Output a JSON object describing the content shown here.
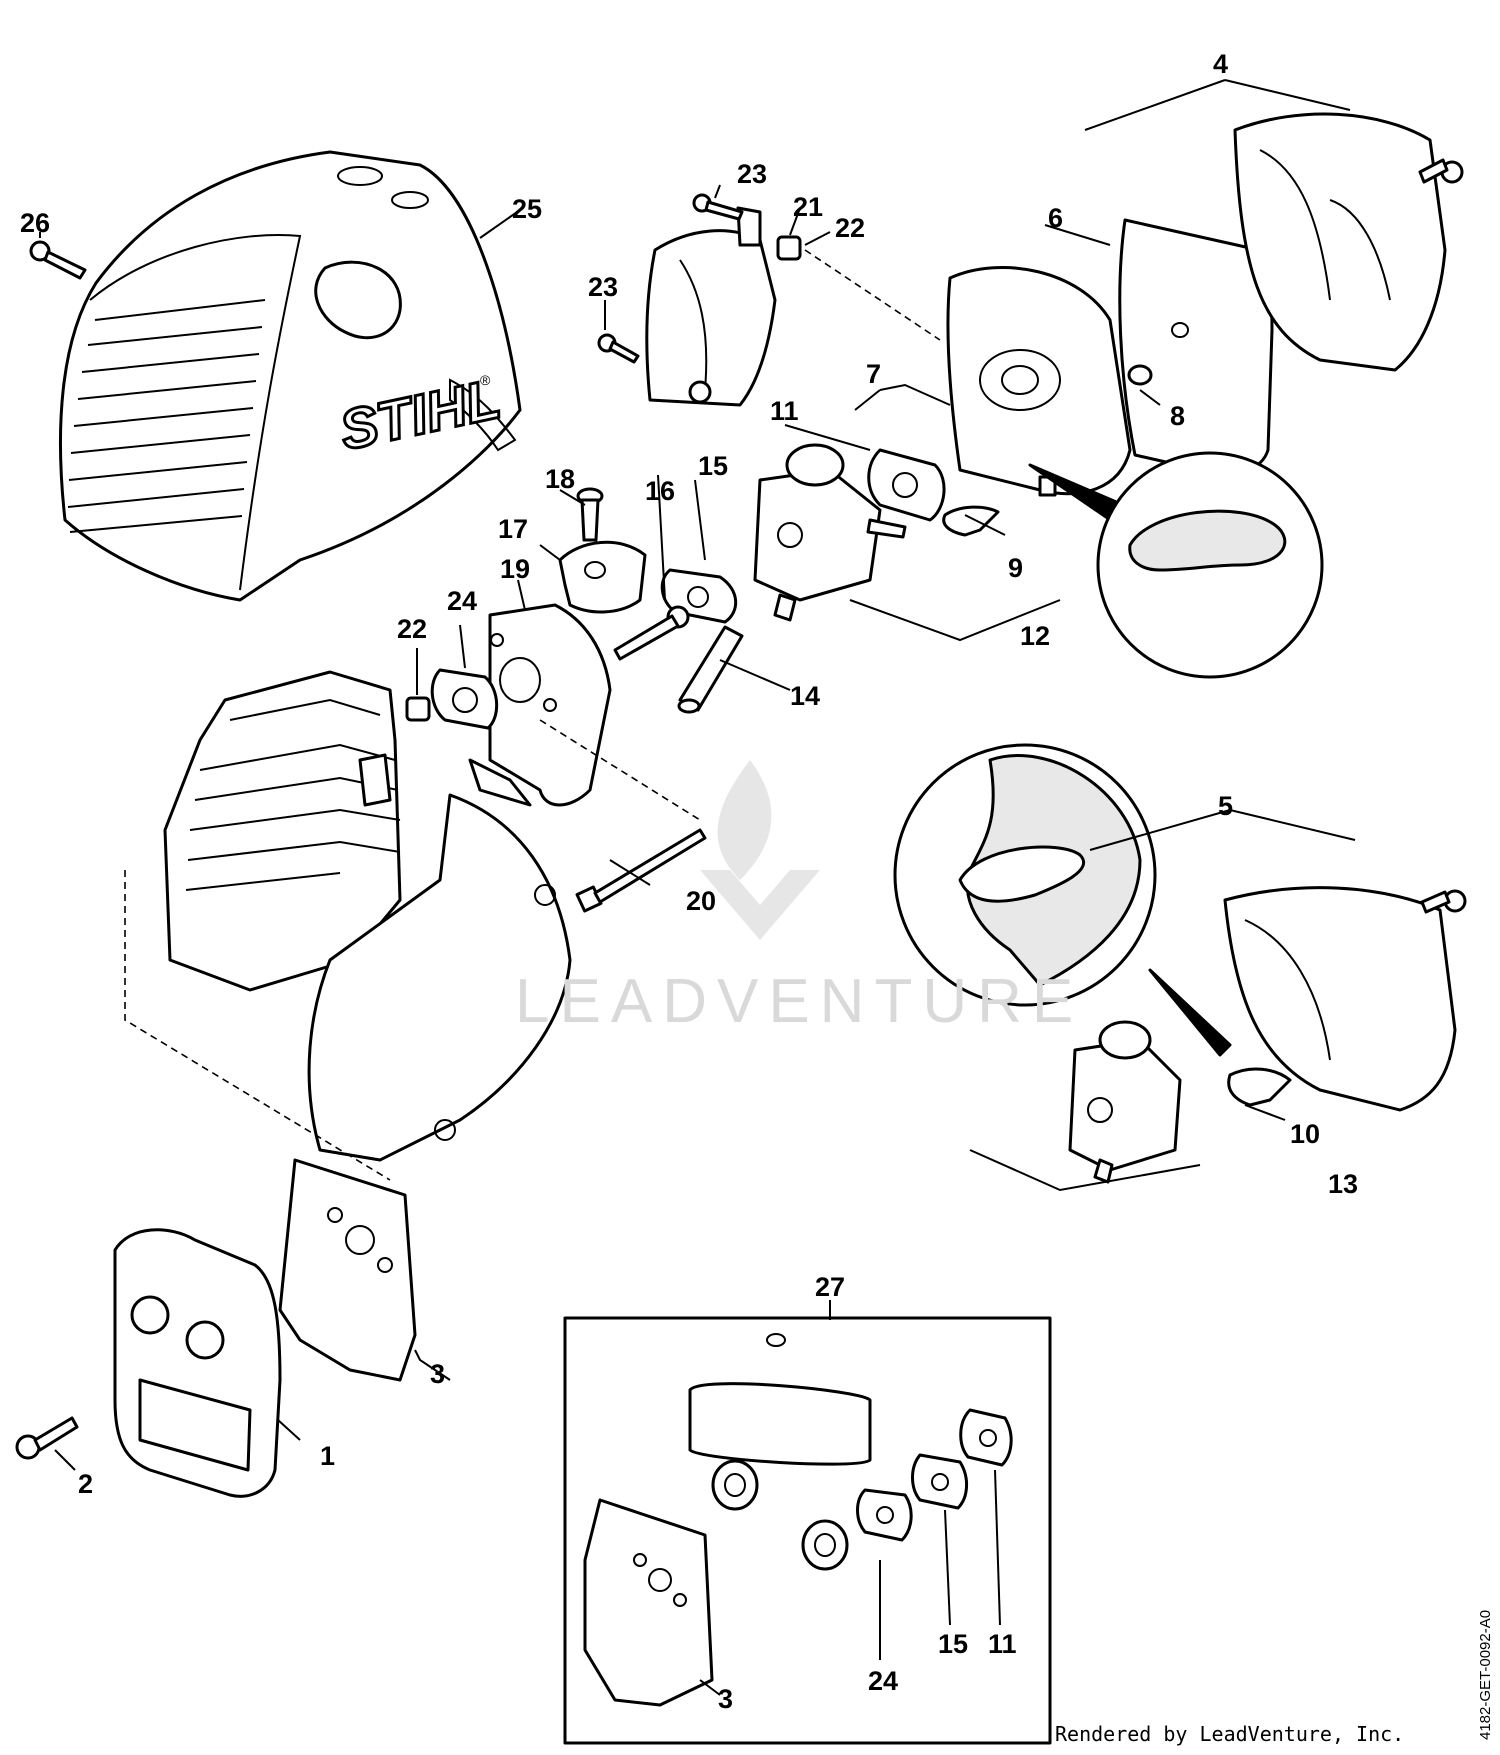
{
  "brand": {
    "logo_text": "STIHL",
    "registered_mark": "®"
  },
  "watermark": {
    "text": "LEADVENTURE"
  },
  "document_code": "4182-GET-0092-A0",
  "footer": {
    "rendered_by": "Rendered by LeadVenture, Inc."
  },
  "callouts": [
    "1",
    "2",
    "3",
    "4",
    "5",
    "6",
    "7",
    "8",
    "9",
    "10",
    "11",
    "12",
    "13",
    "14",
    "15",
    "16",
    "17",
    "18",
    "19",
    "20",
    "21",
    "22",
    "23",
    "24",
    "25",
    "26",
    "27"
  ],
  "kit_callouts": [
    "3",
    "24",
    "15",
    "11"
  ]
}
